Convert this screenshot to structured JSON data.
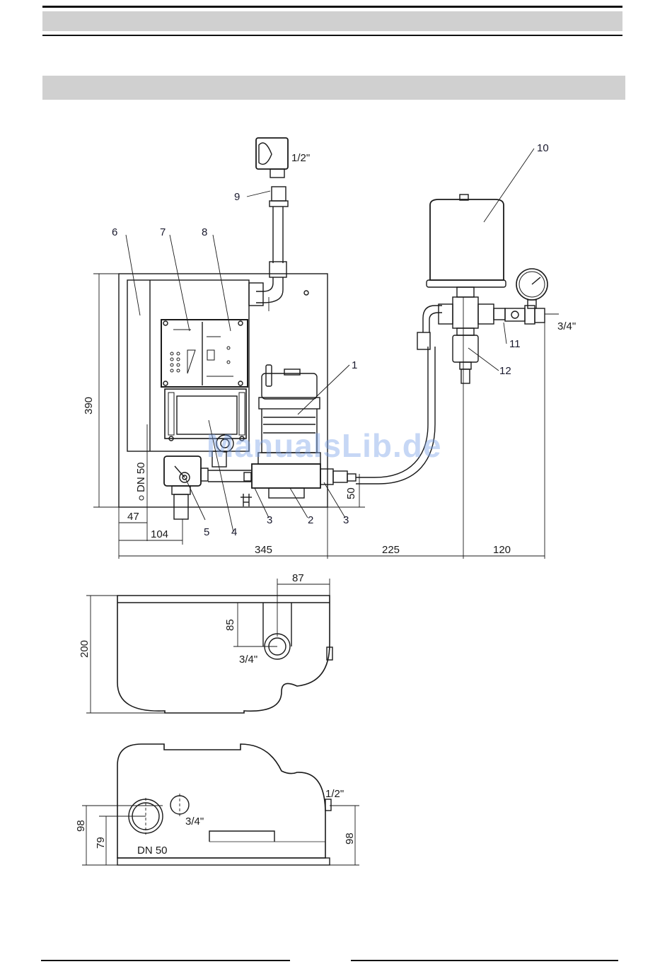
{
  "watermark": "ManualsLib.de",
  "callouts": [
    "1",
    "2",
    "3",
    "3",
    "4",
    "5",
    "6",
    "7",
    "8",
    "9",
    "10",
    "11",
    "12"
  ],
  "connections": {
    "water_inlet": "1/2\"",
    "outlet": "3/4\"",
    "drain": "DN 50",
    "side_outlet": "3/4\"",
    "top_inlet": "1/2\"",
    "bottom_outlet": "3/4\"",
    "bottom_drain": "DN 50"
  },
  "dimensions": {
    "height_390": "390",
    "offset_47": "47",
    "offset_104": "104",
    "width_345": "345",
    "width_225": "225",
    "width_120": "120",
    "height_50": "50",
    "side_87": "87",
    "side_85": "85",
    "side_200": "200",
    "bottom_98_left": "98",
    "bottom_79": "79",
    "bottom_98_right": "98"
  }
}
